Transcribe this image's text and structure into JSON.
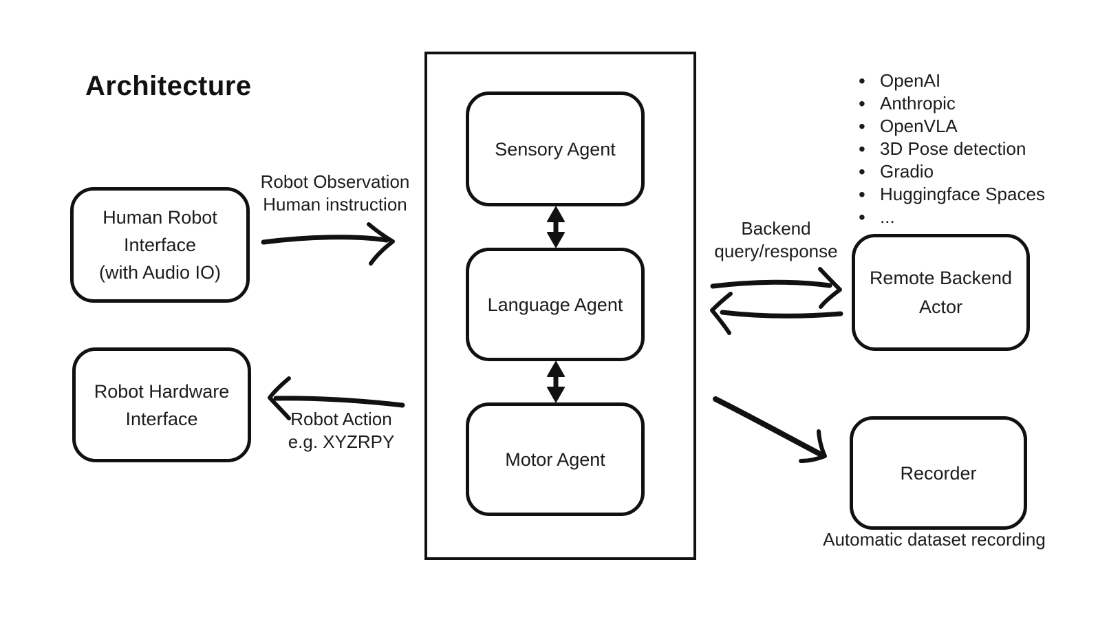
{
  "title": "Architecture",
  "boxes": {
    "human_robot_interface": {
      "lines": [
        "Human Robot",
        "Interface",
        "(with Audio IO)"
      ]
    },
    "robot_hardware_interface": {
      "lines": [
        "Robot Hardware",
        "Interface"
      ]
    },
    "sensory_agent": {
      "label": "Sensory Agent"
    },
    "language_agent": {
      "label": "Language Agent"
    },
    "motor_agent": {
      "label": "Motor Agent"
    },
    "remote_backend_actor": {
      "lines": [
        "Remote Backend",
        "Actor"
      ]
    },
    "recorder": {
      "label": "Recorder"
    }
  },
  "labels": {
    "robot_observation": [
      "Robot Observation",
      "Human instruction"
    ],
    "robot_action": [
      "Robot Action",
      "e.g. XYZRPY"
    ],
    "backend": [
      "Backend",
      "query/response"
    ],
    "recording_caption": "Automatic dataset recording"
  },
  "backend_list": {
    "items": [
      "OpenAI",
      "Anthropic",
      "OpenVLA",
      "3D Pose detection",
      "Gradio",
      "Huggingface Spaces",
      "..."
    ]
  },
  "colors": {
    "ink": "#111111",
    "background": "#ffffff"
  }
}
